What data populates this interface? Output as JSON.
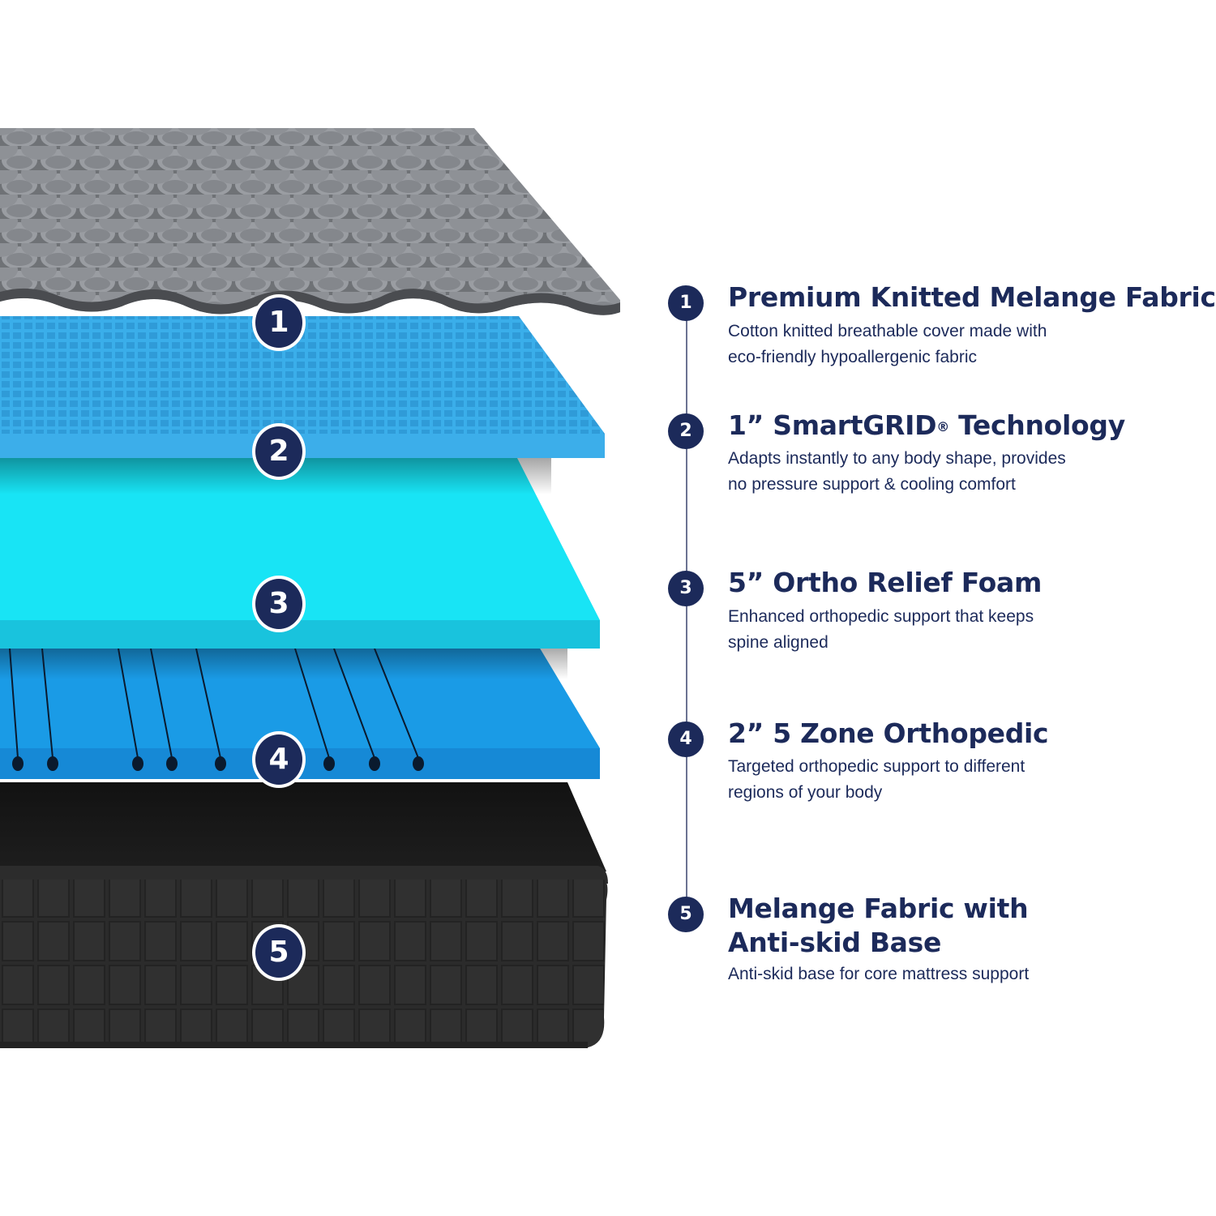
{
  "colors": {
    "navy": "#1c2a5a",
    "fabric_gray": "#7b7e83",
    "smartgrid_blue": "#3aaeea",
    "ortho_cyan": "#18d6ee",
    "zone_blue": "#1a9be6",
    "base_black": "#2a2a2a",
    "connector": "#6b7392"
  },
  "layers": [
    {
      "number": "1",
      "name": "knitted-fabric-layer"
    },
    {
      "number": "2",
      "name": "smartgrid-layer"
    },
    {
      "number": "3",
      "name": "ortho-foam-layer"
    },
    {
      "number": "4",
      "name": "zone-foam-layer"
    },
    {
      "number": "5",
      "name": "base-layer"
    }
  ],
  "specs": [
    {
      "number": "1",
      "title": "Premium Knitted Melange Fabric",
      "description": "Cotton knitted breathable cover made with\neco-friendly hypoallergenic fabric"
    },
    {
      "number": "2",
      "title_prefix": "1” SmartGRID",
      "title_mark": "®",
      "title_suffix": " Technology",
      "description": "Adapts instantly to any body shape, provides\nno pressure support & cooling comfort"
    },
    {
      "number": "3",
      "title": "5” Ortho Relief Foam",
      "description": "Enhanced orthopedic support that keeps\nspine aligned"
    },
    {
      "number": "4",
      "title": "2” 5 Zone Orthopedic",
      "description": "Targeted orthopedic support to different\nregions of your body"
    },
    {
      "number": "5",
      "title_line1": "Melange Fabric with",
      "title_line2": "Anti-skid Base",
      "description": "Anti-skid base for core mattress support"
    }
  ]
}
